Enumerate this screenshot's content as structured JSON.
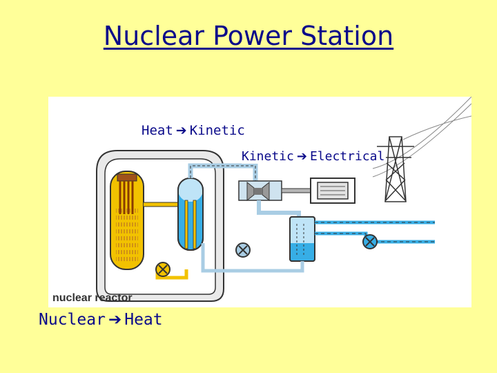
{
  "slide": {
    "title": "Nuclear Power Station"
  },
  "captions": {
    "heat_kinetic": {
      "from": "Heat",
      "to": "Kinetic",
      "arrow": "➔"
    },
    "kinetic_electrical": {
      "from": "Kinetic",
      "to": "Electrical",
      "arrow": "➔"
    },
    "nuclear_heat": {
      "from": "Nuclear",
      "to": "Heat",
      "arrow": "➔"
    }
  },
  "diagram": {
    "label": "nuclear reactor",
    "icons": [
      "containment-vessel",
      "reactor-core",
      "control-rods",
      "steam-generator",
      "turbine",
      "generator",
      "condenser",
      "pump",
      "pylon",
      "power-lines"
    ],
    "colors": {
      "reactor": "#f2c200",
      "water": "#37aee6",
      "steam_pipe": "#a9cde4",
      "vessel": "#888888",
      "outline": "#333333"
    }
  }
}
